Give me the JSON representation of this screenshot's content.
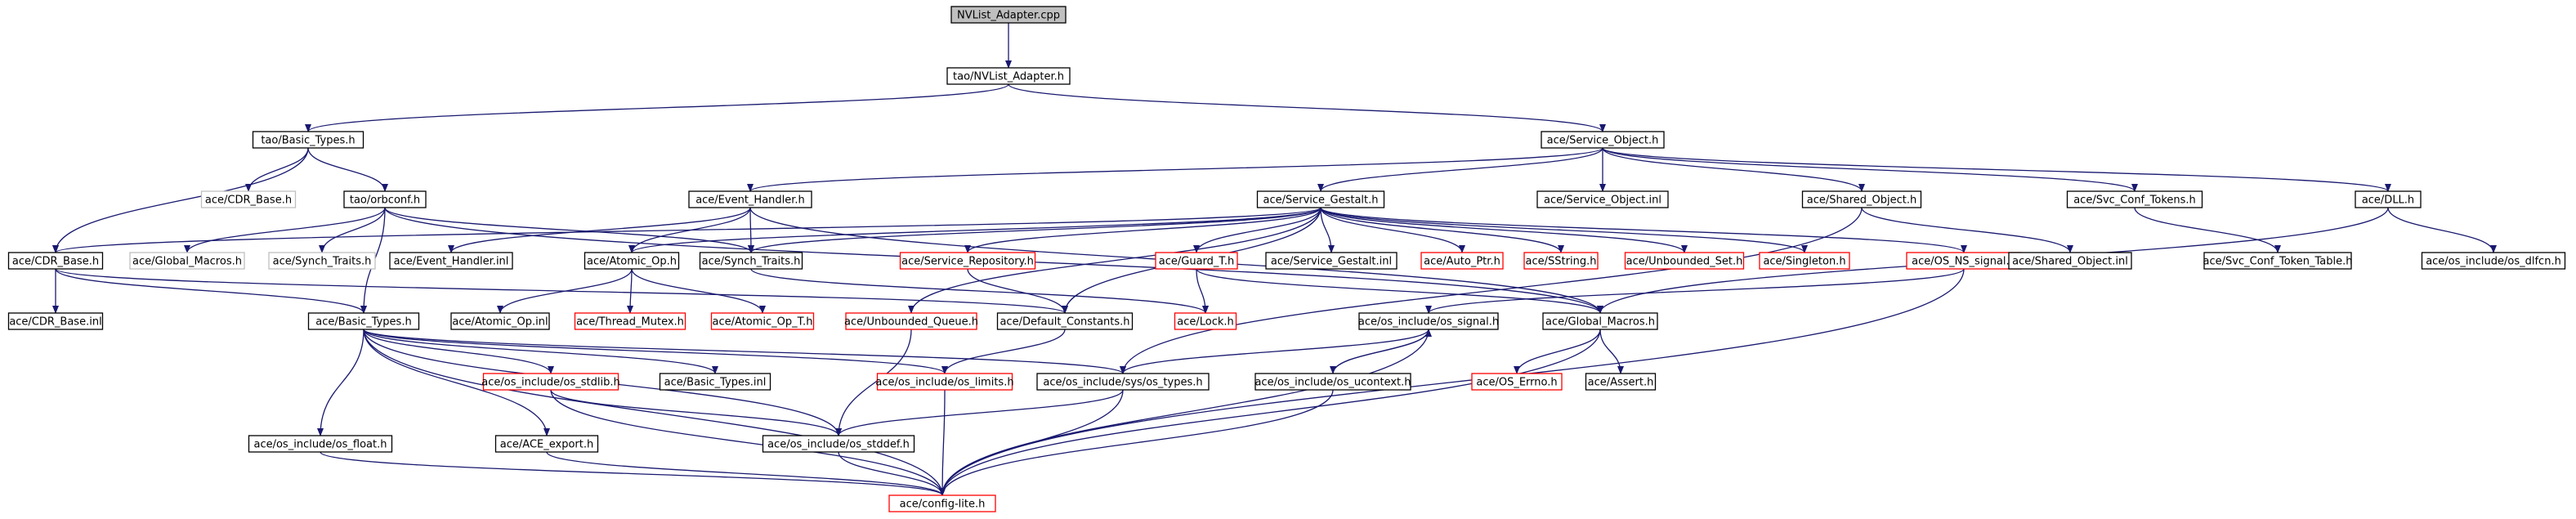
{
  "diagram": {
    "title": "",
    "colors": {
      "edge": "#191970",
      "border_normal": "#000000",
      "border_missing": "#ff0000",
      "border_external": "#bfbfbf",
      "fill_root": "#bfbfbf",
      "fill_default": "#ffffff",
      "text": "#000000"
    },
    "nodes": [
      {
        "id": "n0",
        "label": "NVList_Adapter.cpp",
        "style": "root"
      },
      {
        "id": "n1",
        "label": "tao/NVList_Adapter.h",
        "style": "normal"
      },
      {
        "id": "n2",
        "label": "tao/Basic_Types.h",
        "style": "normal"
      },
      {
        "id": "n3",
        "label": "ace/Service_Object.h",
        "style": "normal"
      },
      {
        "id": "n4",
        "label": "ace/CDR_Base.h",
        "style": "external"
      },
      {
        "id": "n5",
        "label": "tao/orbconf.h",
        "style": "normal"
      },
      {
        "id": "n6",
        "label": "ace/Event_Handler.h",
        "style": "normal"
      },
      {
        "id": "n7",
        "label": "ace/Service_Gestalt.h",
        "style": "normal"
      },
      {
        "id": "n8",
        "label": "ace/Service_Object.inl",
        "style": "normal"
      },
      {
        "id": "n9",
        "label": "ace/Shared_Object.h",
        "style": "normal"
      },
      {
        "id": "n10",
        "label": "ace/Svc_Conf_Tokens.h",
        "style": "normal"
      },
      {
        "id": "n11",
        "label": "ace/DLL.h",
        "style": "normal"
      },
      {
        "id": "n12",
        "label": "ace/CDR_Base.h",
        "style": "normal"
      },
      {
        "id": "n13",
        "label": "ace/Global_Macros.h",
        "style": "external"
      },
      {
        "id": "n14",
        "label": "ace/Synch_Traits.h",
        "style": "external"
      },
      {
        "id": "n15",
        "label": "ace/Event_Handler.inl",
        "style": "normal"
      },
      {
        "id": "n16",
        "label": "ace/Atomic_Op.h",
        "style": "normal"
      },
      {
        "id": "n17",
        "label": "ace/Synch_Traits.h",
        "style": "normal"
      },
      {
        "id": "n18",
        "label": "ace/Service_Repository.h",
        "style": "missing"
      },
      {
        "id": "n19",
        "label": "ace/Guard_T.h",
        "style": "missing"
      },
      {
        "id": "n20",
        "label": "ace/Service_Gestalt.inl",
        "style": "normal"
      },
      {
        "id": "n21",
        "label": "ace/Auto_Ptr.h",
        "style": "missing"
      },
      {
        "id": "n22",
        "label": "ace/SString.h",
        "style": "missing"
      },
      {
        "id": "n23",
        "label": "ace/Unbounded_Set.h",
        "style": "missing"
      },
      {
        "id": "n24",
        "label": "ace/Singleton.h",
        "style": "missing"
      },
      {
        "id": "n25",
        "label": "ace/OS_NS_signal.h",
        "style": "missing"
      },
      {
        "id": "n26",
        "label": "ace/Shared_Object.inl",
        "style": "normal"
      },
      {
        "id": "n27",
        "label": "ace/Svc_Conf_Token_Table.h",
        "style": "normal"
      },
      {
        "id": "n28",
        "label": "ace/os_include/os_dlfcn.h",
        "style": "normal"
      },
      {
        "id": "n29",
        "label": "ace/CDR_Base.inl",
        "style": "normal"
      },
      {
        "id": "n30",
        "label": "ace/Basic_Types.h",
        "style": "normal"
      },
      {
        "id": "n31",
        "label": "ace/Atomic_Op.inl",
        "style": "normal"
      },
      {
        "id": "n32",
        "label": "ace/Thread_Mutex.h",
        "style": "missing"
      },
      {
        "id": "n33",
        "label": "ace/Atomic_Op_T.h",
        "style": "missing"
      },
      {
        "id": "n34",
        "label": "ace/Unbounded_Queue.h",
        "style": "missing"
      },
      {
        "id": "n35",
        "label": "ace/Default_Constants.h",
        "style": "normal"
      },
      {
        "id": "n36",
        "label": "ace/Lock.h",
        "style": "missing"
      },
      {
        "id": "n37",
        "label": "ace/os_include/os_signal.h",
        "style": "normal"
      },
      {
        "id": "n38",
        "label": "ace/Global_Macros.h",
        "style": "normal"
      },
      {
        "id": "n39",
        "label": "ace/os_include/os_stdlib.h",
        "style": "missing"
      },
      {
        "id": "n40",
        "label": "ace/Basic_Types.inl",
        "style": "normal"
      },
      {
        "id": "n41",
        "label": "ace/os_include/os_limits.h",
        "style": "missing"
      },
      {
        "id": "n42",
        "label": "ace/os_include/sys/os_types.h",
        "style": "normal"
      },
      {
        "id": "n43",
        "label": "ace/os_include/os_ucontext.h",
        "style": "normal"
      },
      {
        "id": "n44",
        "label": "ace/OS_Errno.h",
        "style": "missing"
      },
      {
        "id": "n45",
        "label": "ace/Assert.h",
        "style": "normal"
      },
      {
        "id": "n46",
        "label": "ace/os_include/os_float.h",
        "style": "normal"
      },
      {
        "id": "n47",
        "label": "ace/ACE_export.h",
        "style": "normal"
      },
      {
        "id": "n48",
        "label": "ace/os_include/os_stddef.h",
        "style": "normal"
      },
      {
        "id": "n49",
        "label": "ace/config-lite.h",
        "style": "missing"
      }
    ],
    "edges": [
      [
        "n0",
        "n1"
      ],
      [
        "n1",
        "n2"
      ],
      [
        "n1",
        "n3"
      ],
      [
        "n2",
        "n4"
      ],
      [
        "n2",
        "n5"
      ],
      [
        "n2",
        "n12"
      ],
      [
        "n3",
        "n6"
      ],
      [
        "n3",
        "n7"
      ],
      [
        "n3",
        "n8"
      ],
      [
        "n3",
        "n9"
      ],
      [
        "n3",
        "n10"
      ],
      [
        "n3",
        "n11"
      ],
      [
        "n5",
        "n13"
      ],
      [
        "n5",
        "n14"
      ],
      [
        "n5",
        "n30"
      ],
      [
        "n5",
        "n17"
      ],
      [
        "n5",
        "n38"
      ],
      [
        "n6",
        "n15"
      ],
      [
        "n6",
        "n16"
      ],
      [
        "n6",
        "n17"
      ],
      [
        "n6",
        "n38"
      ],
      [
        "n7",
        "n16"
      ],
      [
        "n7",
        "n17"
      ],
      [
        "n7",
        "n18"
      ],
      [
        "n7",
        "n19"
      ],
      [
        "n7",
        "n20"
      ],
      [
        "n7",
        "n21"
      ],
      [
        "n7",
        "n22"
      ],
      [
        "n7",
        "n23"
      ],
      [
        "n7",
        "n24"
      ],
      [
        "n7",
        "n25"
      ],
      [
        "n7",
        "n34"
      ],
      [
        "n7",
        "n35"
      ],
      [
        "n7",
        "n12"
      ],
      [
        "n9",
        "n26"
      ],
      [
        "n9",
        "n42"
      ],
      [
        "n10",
        "n27"
      ],
      [
        "n11",
        "n28"
      ],
      [
        "n11",
        "n38"
      ],
      [
        "n12",
        "n29"
      ],
      [
        "n12",
        "n30"
      ],
      [
        "n12",
        "n35"
      ],
      [
        "n16",
        "n31"
      ],
      [
        "n16",
        "n32"
      ],
      [
        "n16",
        "n33"
      ],
      [
        "n17",
        "n36"
      ],
      [
        "n18",
        "n35"
      ],
      [
        "n19",
        "n36"
      ],
      [
        "n19",
        "n38"
      ],
      [
        "n25",
        "n37"
      ],
      [
        "n25",
        "n49"
      ],
      [
        "n30",
        "n39"
      ],
      [
        "n30",
        "n40"
      ],
      [
        "n30",
        "n41"
      ],
      [
        "n30",
        "n42"
      ],
      [
        "n30",
        "n46"
      ],
      [
        "n30",
        "n47"
      ],
      [
        "n30",
        "n48"
      ],
      [
        "n30",
        "n49"
      ],
      [
        "n34",
        "n48"
      ],
      [
        "n35",
        "n41"
      ],
      [
        "n37",
        "n42"
      ],
      [
        "n37",
        "n43"
      ],
      [
        "n37",
        "n49"
      ],
      [
        "n38",
        "n44"
      ],
      [
        "n38",
        "n45"
      ],
      [
        "n38",
        "n49"
      ],
      [
        "n39",
        "n48"
      ],
      [
        "n39",
        "n49"
      ],
      [
        "n41",
        "n49"
      ],
      [
        "n42",
        "n48"
      ],
      [
        "n42",
        "n49"
      ],
      [
        "n43",
        "n37"
      ],
      [
        "n43",
        "n49"
      ],
      [
        "n46",
        "n49"
      ],
      [
        "n47",
        "n49"
      ],
      [
        "n48",
        "n49"
      ]
    ]
  }
}
